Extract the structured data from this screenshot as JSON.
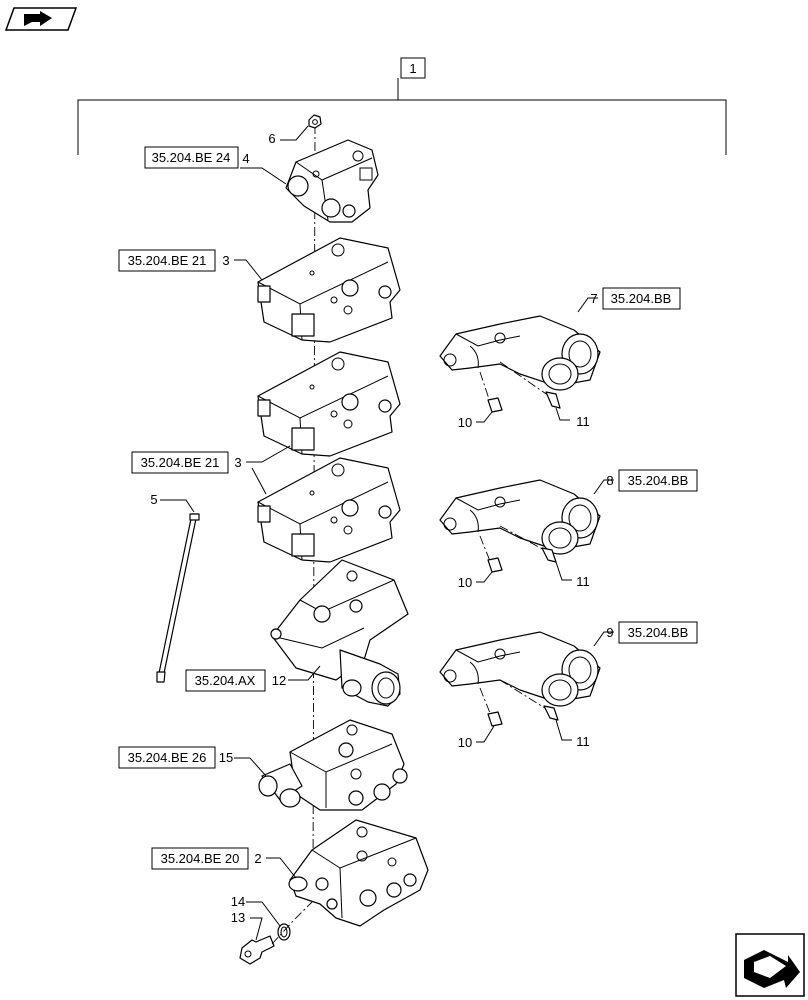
{
  "assembly_callout": "1",
  "refs": {
    "r_be24": "35.204.BE 24",
    "r_be21_a": "35.204.BE 21",
    "r_be21_b": "35.204.BE 21",
    "r_ax": "35.204.AX",
    "r_be26": "35.204.BE 26",
    "r_be20": "35.204.BE 20",
    "r_bb7": "35.204.BB",
    "r_bb8": "35.204.BB",
    "r_bb9": "35.204.BB"
  },
  "callouts": {
    "n6": "6",
    "n4": "4",
    "n3a": "3",
    "n3b": "3",
    "n5": "5",
    "n12": "12",
    "n15": "15",
    "n2": "2",
    "n14": "14",
    "n13": "13",
    "n7": "7",
    "n8": "8",
    "n9": "9",
    "n10a": "10",
    "n11a": "11",
    "n10b": "10",
    "n11b": "11",
    "n10c": "10",
    "n11c": "11"
  },
  "icons": {
    "top_left": "back-arrow-icon",
    "bottom_right": "next-page-arrow-icon"
  }
}
